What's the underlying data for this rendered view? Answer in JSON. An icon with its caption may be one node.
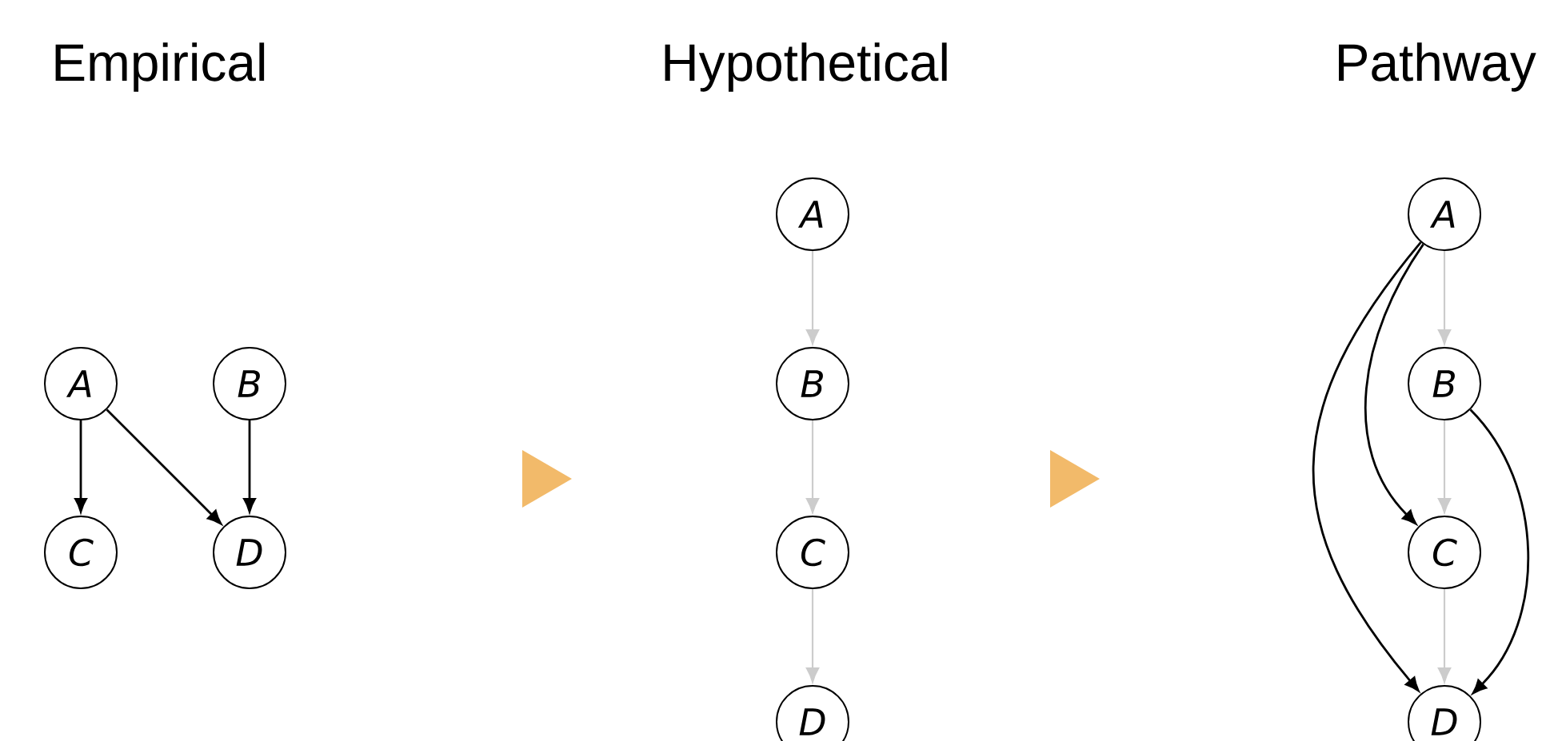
{
  "diagram": {
    "nodes": [
      {
        "text": [
          "A"
        ]
      },
      {
        "text": [
          "B"
        ]
      },
      {
        "text": [
          "C"
        ]
      },
      {
        "text": [
          "D"
        ]
      },
      {
        "text": [
          "A"
        ]
      },
      {
        "text": [
          "B"
        ]
      },
      {
        "text": [
          "C"
        ]
      },
      {
        "text": [
          "D"
        ]
      },
      {
        "text": [
          "A"
        ]
      },
      {
        "text": [
          "B"
        ]
      },
      {
        "text": [
          "C"
        ]
      },
      {
        "text": [
          "D"
        ]
      }
    ],
    "edges": [
      {
        "from": 0,
        "to": 2,
        "arrow": "to"
      },
      {
        "from": 0,
        "to": 3,
        "arrow": "to"
      },
      {
        "from": 1,
        "to": 3,
        "arrow": "to"
      },
      {
        "from": 4,
        "to": 5,
        "arrow": "to",
        "color": "#cccccc"
      },
      {
        "from": 5,
        "to": 6,
        "arrow": "to",
        "color": "#cccccc"
      },
      {
        "from": 6,
        "to": 7,
        "arrow": "to",
        "color": "#cccccc"
      },
      {
        "from": 8,
        "to": 9,
        "arrow": "to",
        "color": "#cccccc"
      },
      {
        "from": 9,
        "to": 10,
        "arrow": "to",
        "color": "#cccccc"
      },
      {
        "from": 10,
        "to": 11,
        "arrow": "to",
        "color": "#cccccc"
      },
      {
        "from": 8,
        "to": 10,
        "arrow": "to"
      },
      {
        "from": 8,
        "to": 11,
        "arrow": "to"
      },
      {
        "from": 9,
        "to": 11,
        "arrow": "to"
      }
    ],
    "labels": [
      "Empirical",
      "Hypothetical",
      "Pathway"
    ]
  }
}
